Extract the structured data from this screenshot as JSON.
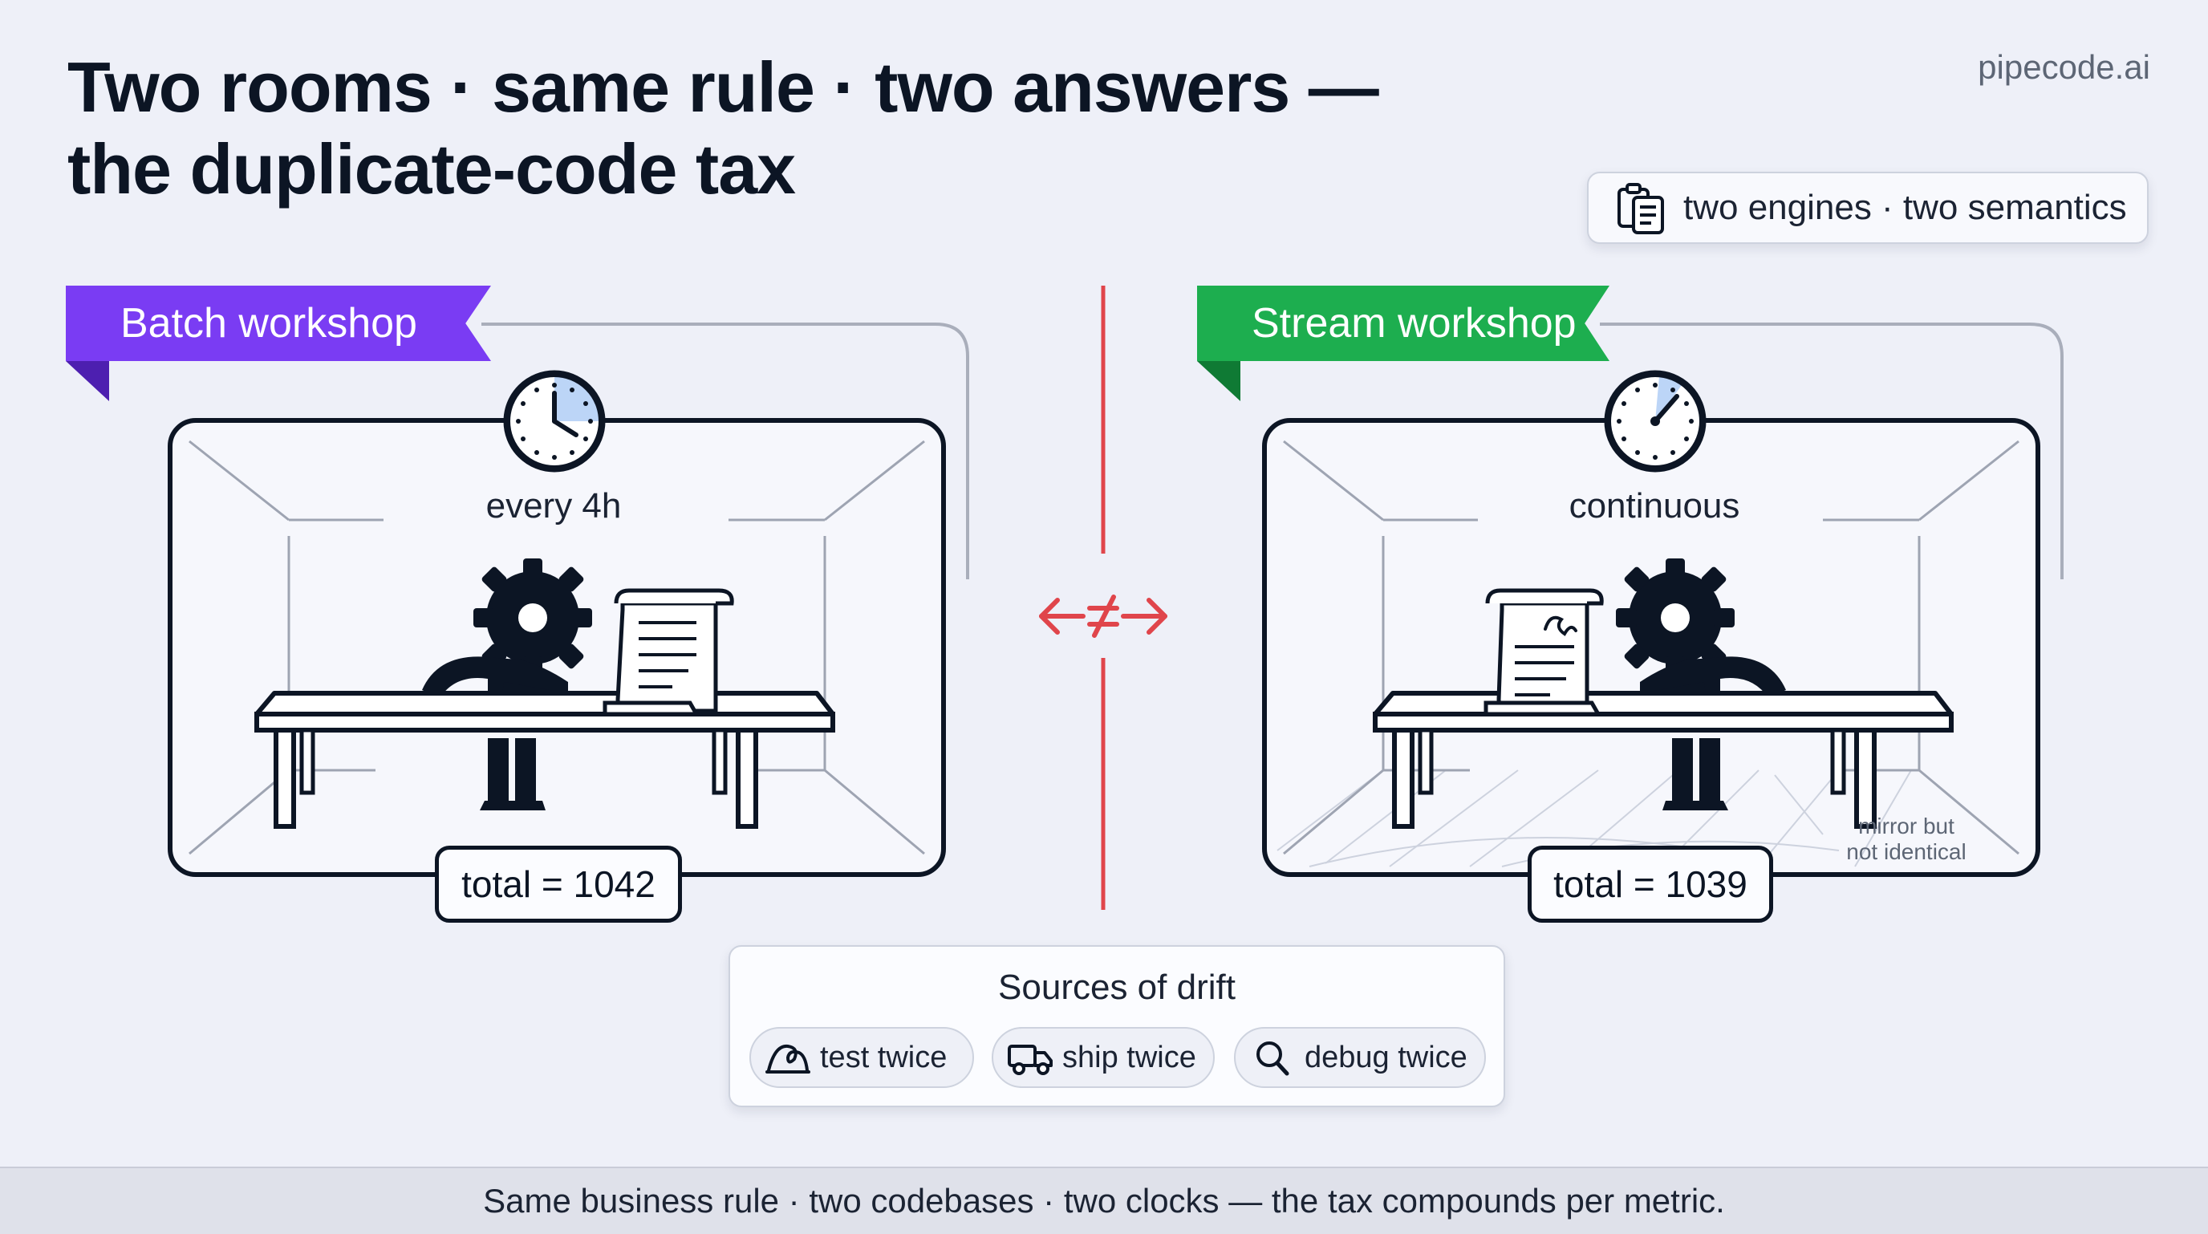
{
  "title_line1": "Two rooms · same rule · two answers —",
  "title_line2": "the duplicate-code tax",
  "brand": "pipecode.ai",
  "tagline": {
    "text": "two engines · two semantics",
    "icon": "clipboard-icon"
  },
  "batch": {
    "label": "Batch workshop",
    "cadence": "every 4h",
    "total": "total = 1042",
    "color": "#7a3cf3"
  },
  "stream": {
    "label": "Stream workshop",
    "cadence": "continuous",
    "total": "total = 1039",
    "note": "mirror but not identical",
    "color": "#1dae4f"
  },
  "divider_symbol": "not-equal-arrows-icon",
  "divider_color": "#e0454b",
  "drift": {
    "title": "Sources of drift",
    "chips": [
      {
        "label": "test twice",
        "icon": "wave-icon"
      },
      {
        "label": "ship twice",
        "icon": "truck-icon"
      },
      {
        "label": "debug twice",
        "icon": "search-icon"
      }
    ]
  },
  "footer": "Same business rule · two codebases · two clocks — the tax compounds per metric."
}
